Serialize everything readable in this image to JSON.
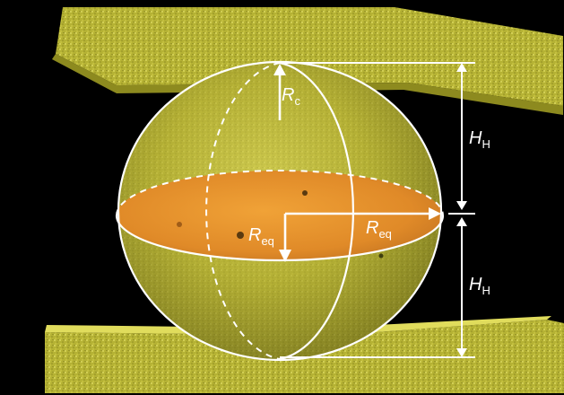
{
  "figure": {
    "labels": {
      "rc": {
        "main": "R",
        "sub": "c"
      },
      "req_left": {
        "main": "R",
        "sub": "eq"
      },
      "req_right": {
        "main": "R",
        "sub": "eq"
      },
      "hh_top": {
        "main": "H",
        "sub": "H"
      },
      "hh_bottom": {
        "main": "H",
        "sub": "H"
      }
    },
    "colors": {
      "background": "#000000",
      "plate": "#c9c63a",
      "sphere": "#b7b33a",
      "equator": "#e2902c",
      "lines": "#ffffff"
    }
  }
}
